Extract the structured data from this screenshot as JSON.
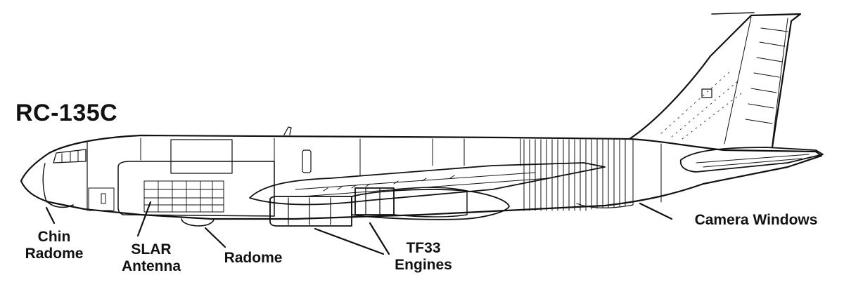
{
  "title": "RC-135C",
  "labels": {
    "chin_radome": [
      "Chin",
      "Radome"
    ],
    "slar_antenna": [
      "SLAR",
      "Antenna"
    ],
    "radome": "Radome",
    "tf33_engines": [
      "TF33",
      "Engines"
    ],
    "camera_windows": "Camera Windows"
  },
  "colors": {
    "ink": "#111111",
    "background": "#ffffff"
  }
}
